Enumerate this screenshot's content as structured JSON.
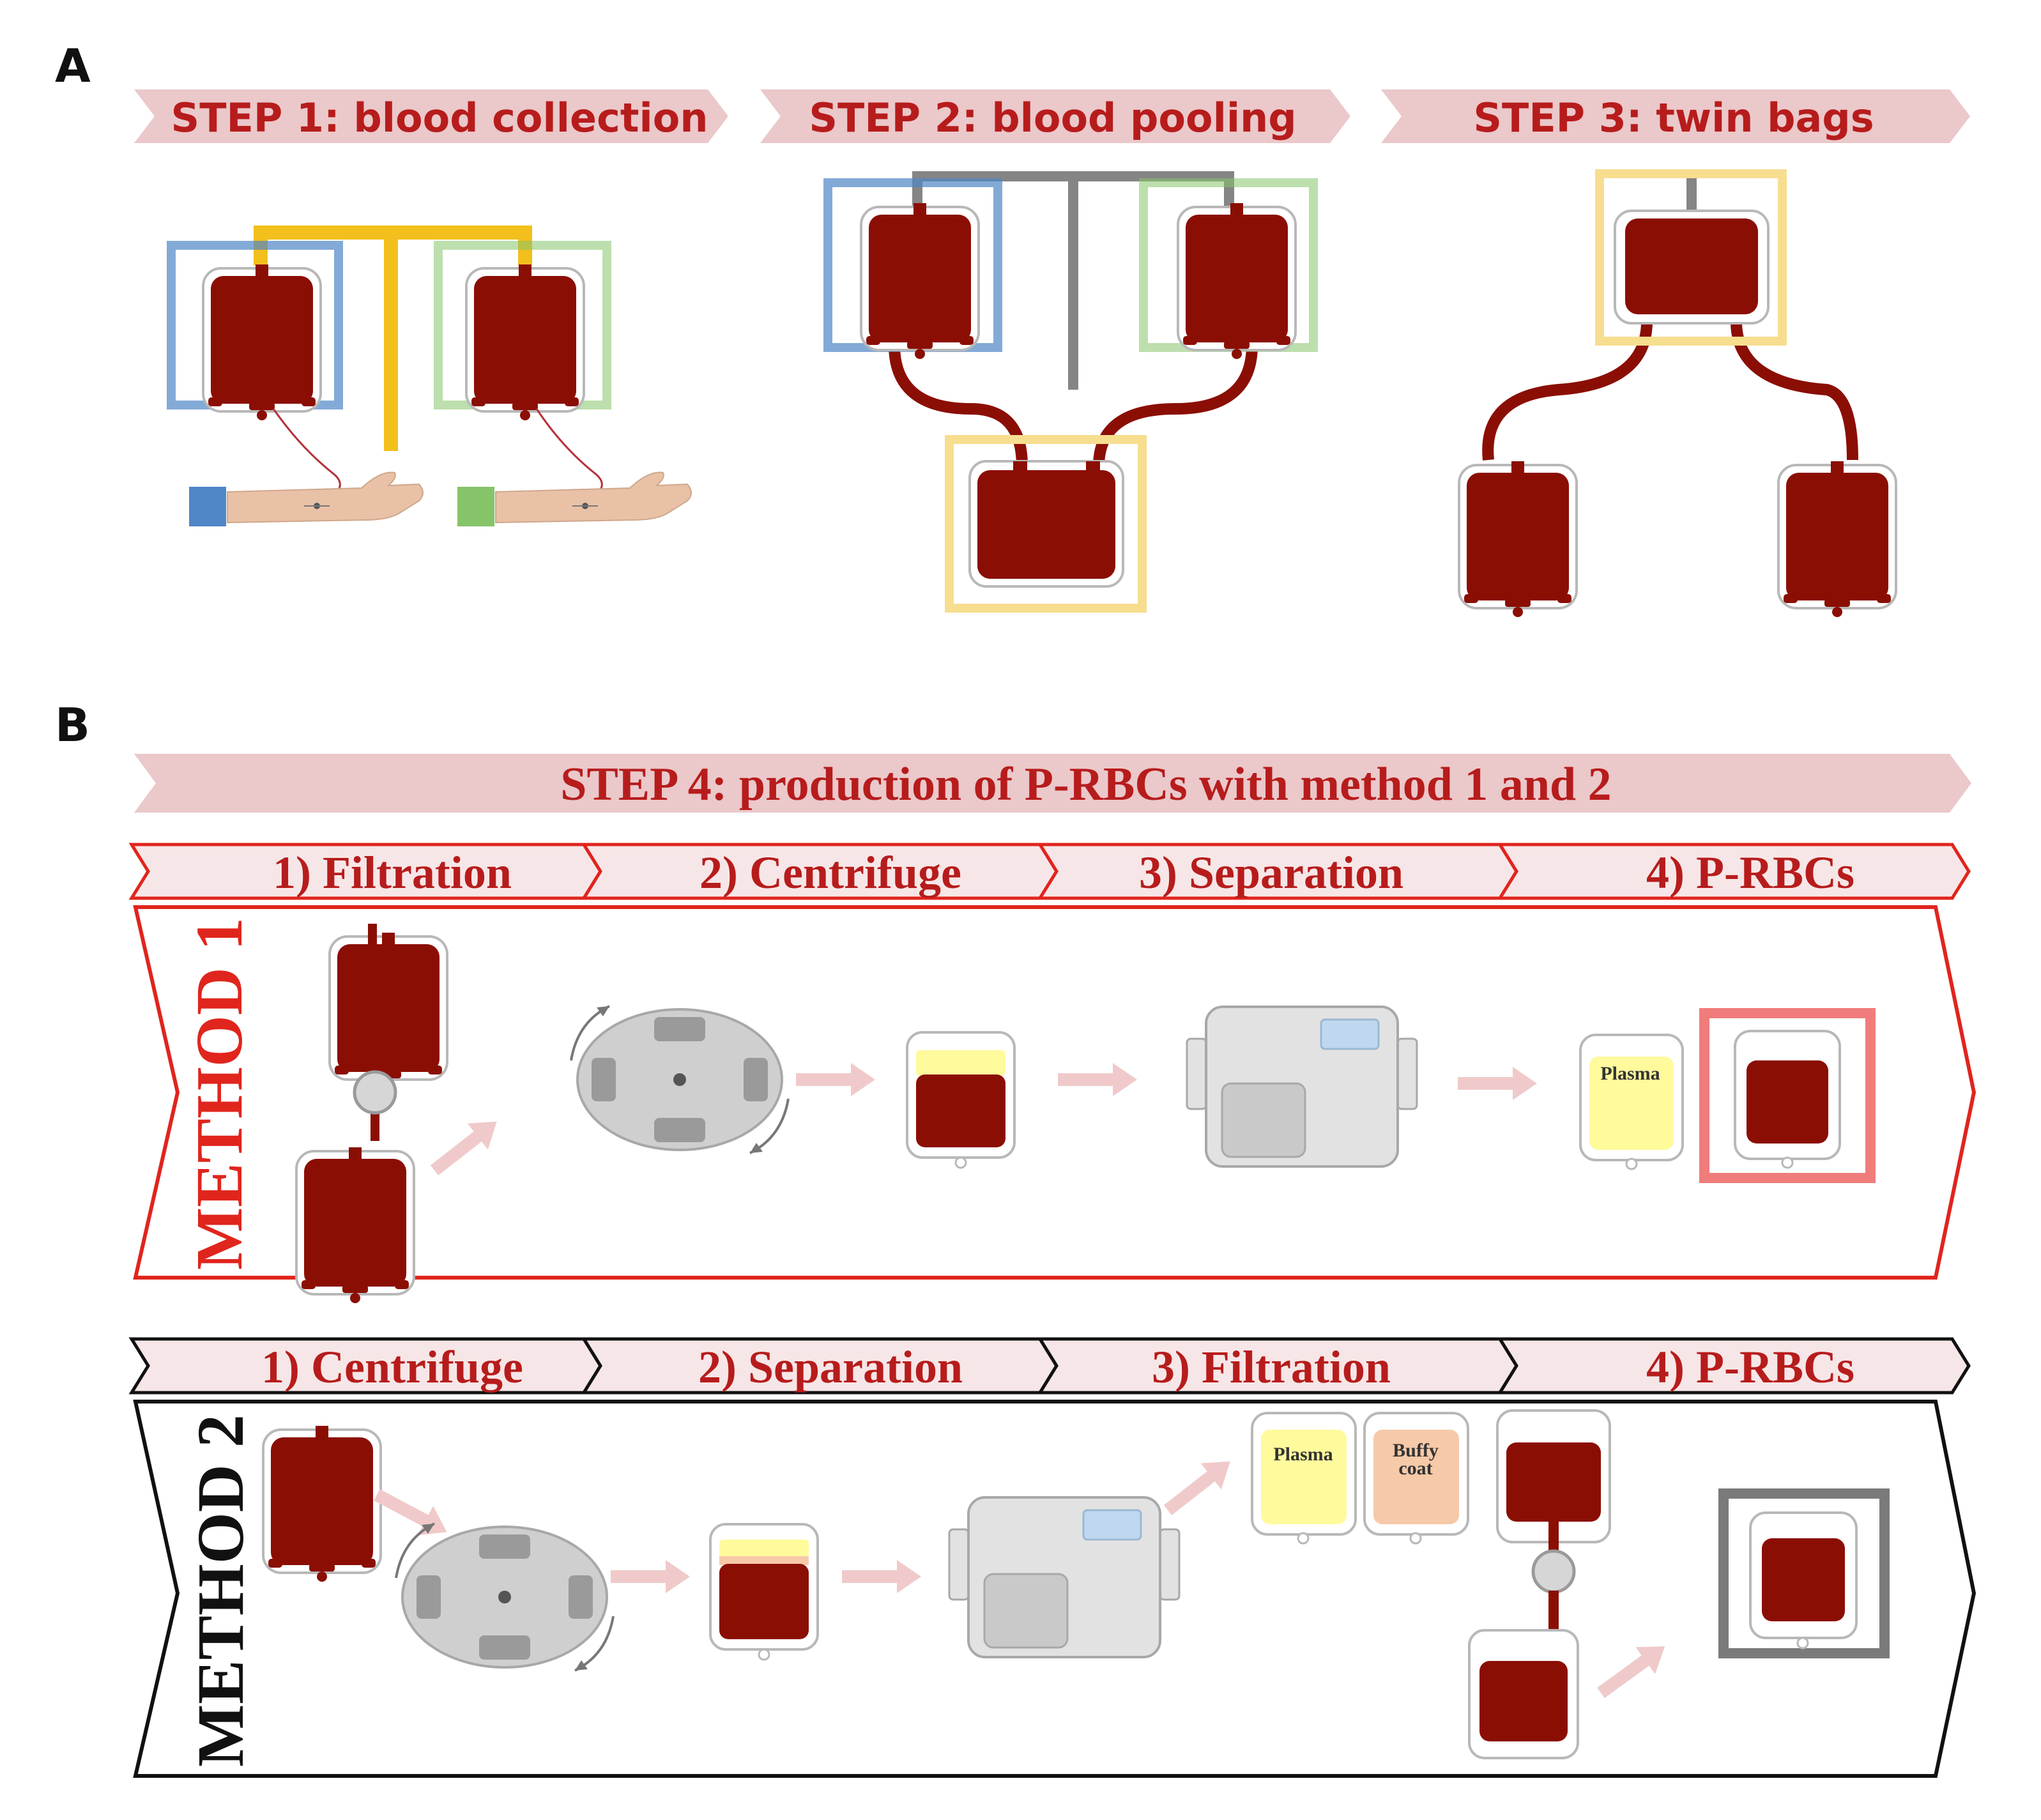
{
  "panels": {
    "a": {
      "label": "A"
    },
    "b": {
      "label": "B"
    }
  },
  "steps": {
    "step1": "STEP 1: blood collection",
    "step2": "STEP 2: blood pooling",
    "step3": "STEP 3: twin bags",
    "step4": "STEP 4: production of P-RBCs  with method 1 and 2"
  },
  "method1": {
    "title": "METHOD 1",
    "stages": [
      "1) Filtration",
      "2) Centrifuge",
      "3) Separation",
      "4) P-RBCs"
    ],
    "plasma_label": "Plasma"
  },
  "method2": {
    "title": "METHOD 2",
    "stages": [
      "1) Centrifuge",
      "2) Separation",
      "3) Filtration",
      "4) P-RBCs"
    ],
    "plasma_label": "Plasma",
    "buffy_label_1": "Buffy",
    "buffy_label_2": "coat"
  },
  "colors": {
    "blood": "#8B0E04",
    "banner_fill": "#EBC8CA",
    "step_text": "#B71C1C",
    "method1_border": "#E0251D",
    "method2_border": "#111111",
    "donor1": "#4F86C6",
    "donor2": "#86C46A",
    "pool_frame": "#F7DE8F",
    "collection_tube": "#F2BF1C",
    "pooling_tube": "#858585",
    "plasma": "#FFFA9C",
    "buffy_coat": "#F6C9A8",
    "arrow": "#F0CACA",
    "centrifuge": "#CFCFCF",
    "separator": "#E2E2E2",
    "separator_screen": "#BFD8EF",
    "prbc_frame_m1": "#F07C7C",
    "prbc_frame_m2": "#7A7A7A"
  }
}
